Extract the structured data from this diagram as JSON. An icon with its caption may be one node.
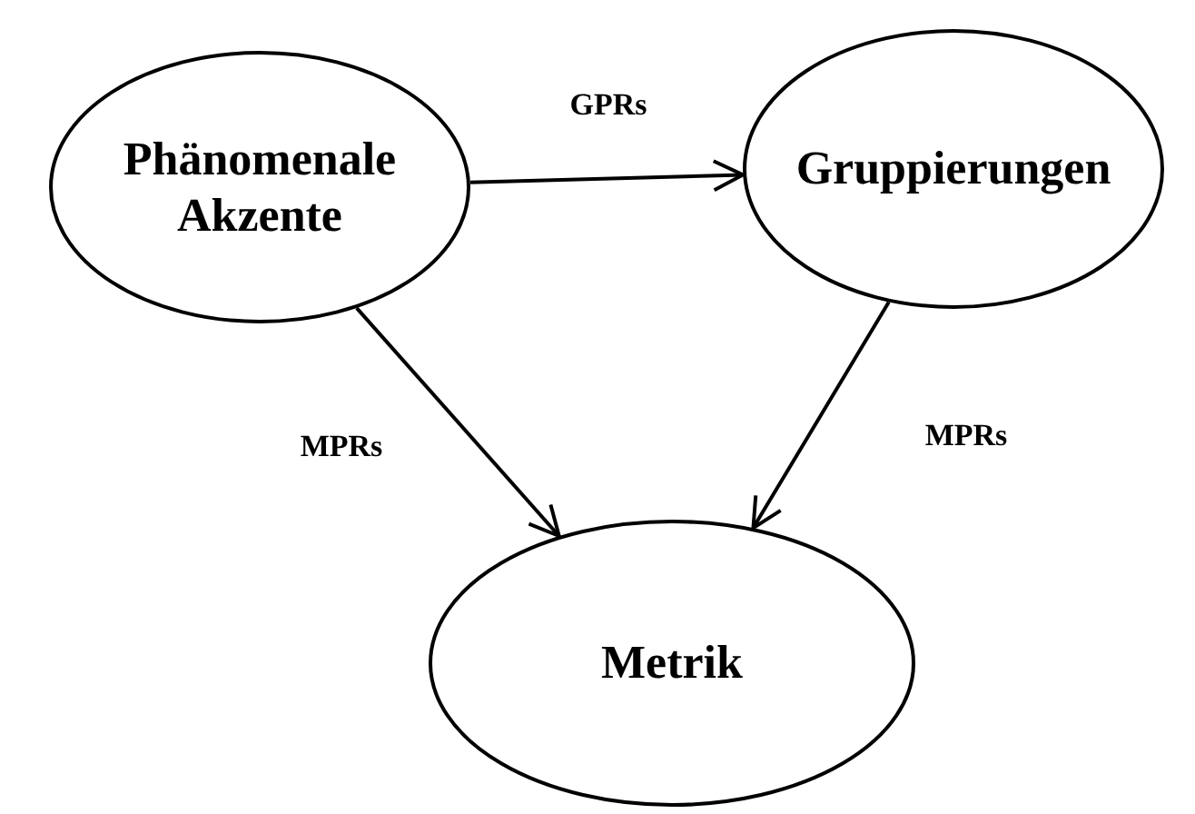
{
  "diagram": {
    "nodes": [
      {
        "text": [
          "Phänomenale Akzente"
        ]
      },
      {
        "text": [
          "Gruppierungen"
        ]
      },
      {
        "text": [
          "Metrik"
        ]
      }
    ],
    "edges": [
      {
        "from": 0,
        "to": 1,
        "arrow": "to",
        "label": "GPRs"
      },
      {
        "from": 0,
        "to": 2,
        "arrow": "to",
        "label": "MPRs"
      },
      {
        "from": 1,
        "to": 2,
        "arrow": "to",
        "label": "MPRs"
      }
    ]
  }
}
